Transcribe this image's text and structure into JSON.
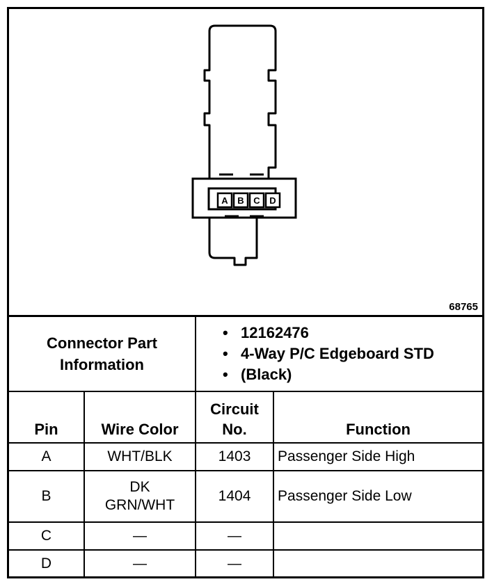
{
  "figure_number": "68765",
  "connector_pins": [
    "A",
    "B",
    "C",
    "D"
  ],
  "connector_info": {
    "label_line1": "Connector Part",
    "label_line2": "Information",
    "items": [
      "12162476",
      "4-Way P/C Edgeboard STD",
      "(Black)"
    ]
  },
  "table": {
    "headers": {
      "pin": "Pin",
      "wire_color": "Wire Color",
      "circuit_line1": "Circuit",
      "circuit_line2": "No.",
      "function": "Function"
    },
    "rows": [
      {
        "pin": "A",
        "wire_color_line1": "WHT/BLK",
        "wire_color_line2": "",
        "circuit": "1403",
        "function": "Passenger Side High"
      },
      {
        "pin": "B",
        "wire_color_line1": "DK",
        "wire_color_line2": "GRN/WHT",
        "circuit": "1404",
        "function": "Passenger Side Low"
      },
      {
        "pin": "C",
        "wire_color_line1": "—",
        "wire_color_line2": "",
        "circuit": "—",
        "function": ""
      },
      {
        "pin": "D",
        "wire_color_line1": "—",
        "wire_color_line2": "",
        "circuit": "—",
        "function": ""
      }
    ]
  }
}
